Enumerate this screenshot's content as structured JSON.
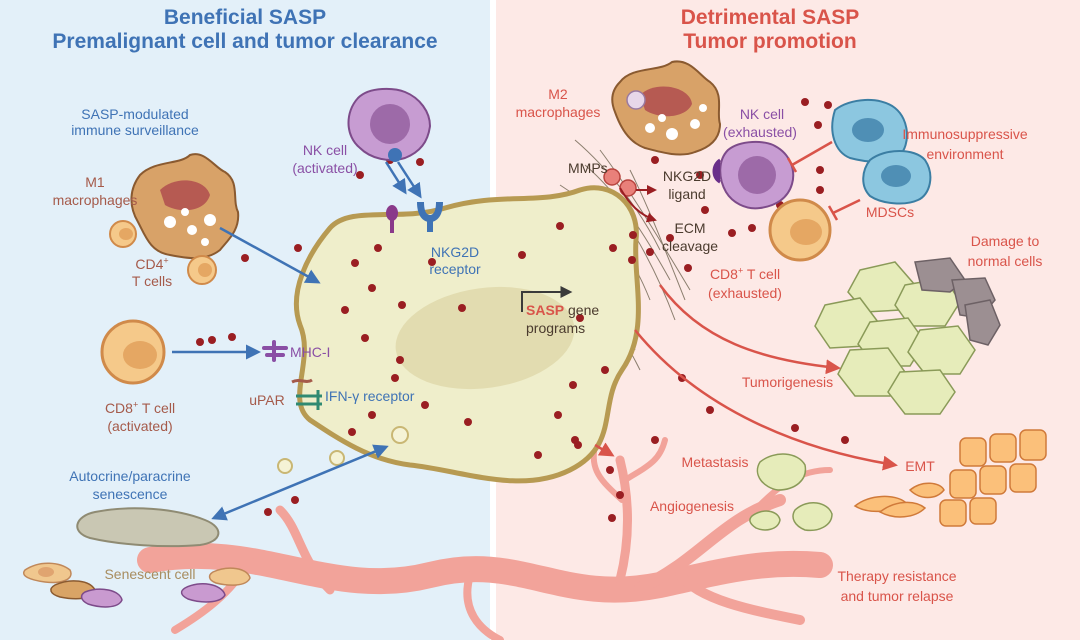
{
  "left": {
    "title_line1": "Beneficial SASP",
    "title_line2": "Premalignant cell and tumor clearance",
    "immune_line1": "SASP-modulated",
    "immune_line2": "immune surveillance",
    "m1_line1": "M1",
    "m1_line2": "macrophages",
    "cd4_prefix": "CD4",
    "cd4_sup": "+",
    "cd4_line2": "T cells",
    "nk_line1": "NK cell",
    "nk_line2": "(activated)",
    "nkg2d_line1": "NKG2D",
    "nkg2d_line2": "receptor",
    "mhc": "MHC-I",
    "cd8_prefix": "CD8",
    "cd8_sup": "+",
    "cd8_suffix": " T cell",
    "cd8_line2": "(activated)",
    "upar": "uPAR",
    "ifn": "IFN-γ receptor",
    "auto_line1": "Autocrine/paracrine",
    "auto_line2": "senescence",
    "senescent": "Senescent cell"
  },
  "center": {
    "sasp": "SASP",
    "gene": " gene",
    "programs": "programs"
  },
  "right": {
    "title_line1": "Detrimental SASP",
    "title_line2": "Tumor promotion",
    "m2_line1": "M2",
    "m2_line2": "macrophages",
    "nk_line1": "NK cell",
    "nk_line2": "(exhausted)",
    "immuno_line1": "Immunosuppressive",
    "immuno_line2": "environment",
    "mmps": "MMPs",
    "ligand_line1": "NKG2D",
    "ligand_line2": "ligand",
    "mdsc": "MDSCs",
    "ecm_line1": "ECM",
    "ecm_line2": "cleavage",
    "damage_line1": "Damage to",
    "damage_line2": "normal cells",
    "cd8_prefix": "CD8",
    "cd8_sup": "+",
    "cd8_suffix": " T cell",
    "cd8_line2": "(exhausted)",
    "tumorigenesis": "Tumorigenesis",
    "metastasis": "Metastasis",
    "emt": "EMT",
    "angiogenesis": "Angiogenesis",
    "therapy_line1": "Therapy resistance",
    "therapy_line2": "and tumor relapse"
  },
  "colors": {
    "left_bg": "#e3f0f9",
    "right_bg": "#fde9e6",
    "blue_text": "#3f73b5",
    "red_text": "#d9544a",
    "tumor_fill": "#efeecb",
    "tumor_edge": "#b79a52",
    "sasp_dot": "#9a1e22",
    "vessel": "#f2a39a"
  },
  "icons": [
    "m1-macrophage-icon",
    "m2-macrophage-icon",
    "nk-cell-icon",
    "t-cell-icon",
    "mdsc-icon",
    "senescent-cell-icon",
    "blood-vessel-icon",
    "tumor-cell-icon"
  ]
}
